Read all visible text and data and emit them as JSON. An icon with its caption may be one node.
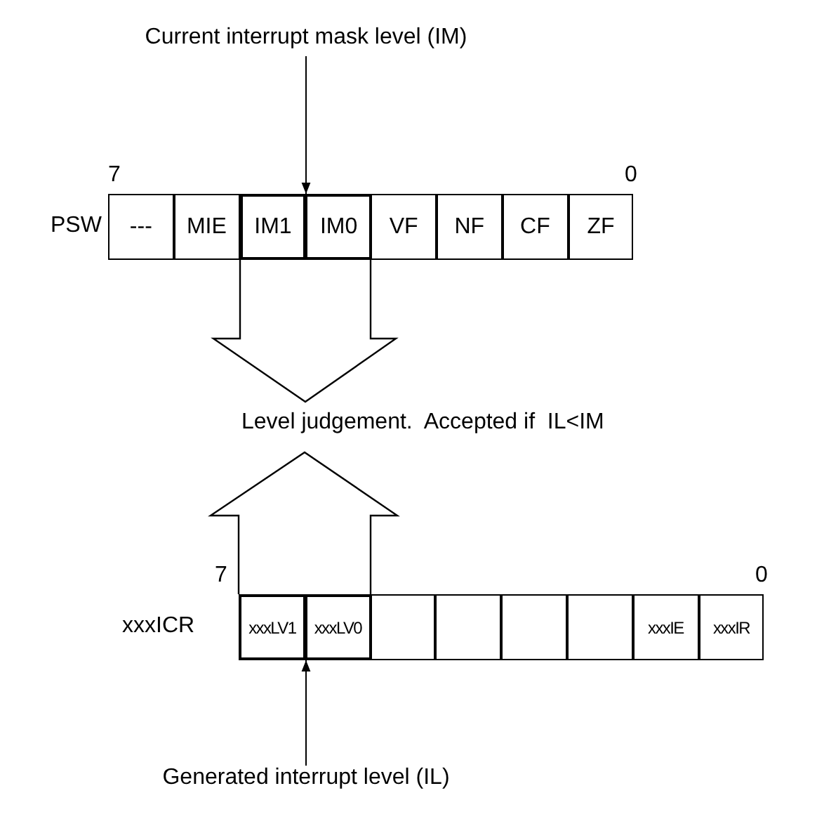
{
  "diagram": {
    "nodes": [
      {
        "text": [
          "Current interrupt mask level (IM)"
        ]
      },
      {
        "text": [
          "---"
        ]
      },
      {
        "text": [
          "MIE"
        ]
      },
      {
        "text": [
          "IM1"
        ]
      },
      {
        "text": [
          "IM0"
        ]
      },
      {
        "text": [
          "VF"
        ]
      },
      {
        "text": [
          "NF"
        ]
      },
      {
        "text": [
          "CF"
        ]
      },
      {
        "text": [
          "ZF"
        ]
      },
      {
        "text": [
          "Level judgement.  Accepted if  IL<IM"
        ]
      },
      {
        "text": [
          "xxxLV1"
        ]
      },
      {
        "text": [
          "xxxLV0"
        ]
      },
      {
        "text": [],
        "shape": "box"
      },
      {
        "text": [],
        "shape": "box"
      },
      {
        "text": [],
        "shape": "box"
      },
      {
        "text": [],
        "shape": "box"
      },
      {
        "text": [
          "xxxIE"
        ]
      },
      {
        "text": [
          "xxxIR"
        ]
      },
      {
        "text": [
          "Generated interrupt level (IL)"
        ]
      }
    ],
    "edges": [
      {
        "from": 0,
        "to": 3,
        "arrow": "to"
      },
      {
        "from": 3,
        "to": 9,
        "arrow": "to",
        "style": "thick"
      },
      {
        "from": 10,
        "to": 9,
        "arrow": "to",
        "style": "thick"
      },
      {
        "from": 18,
        "to": 10,
        "arrow": "to"
      }
    ],
    "labels": [
      "7",
      "0",
      "PSW",
      "7",
      "0",
      "xxxICR"
    ]
  }
}
